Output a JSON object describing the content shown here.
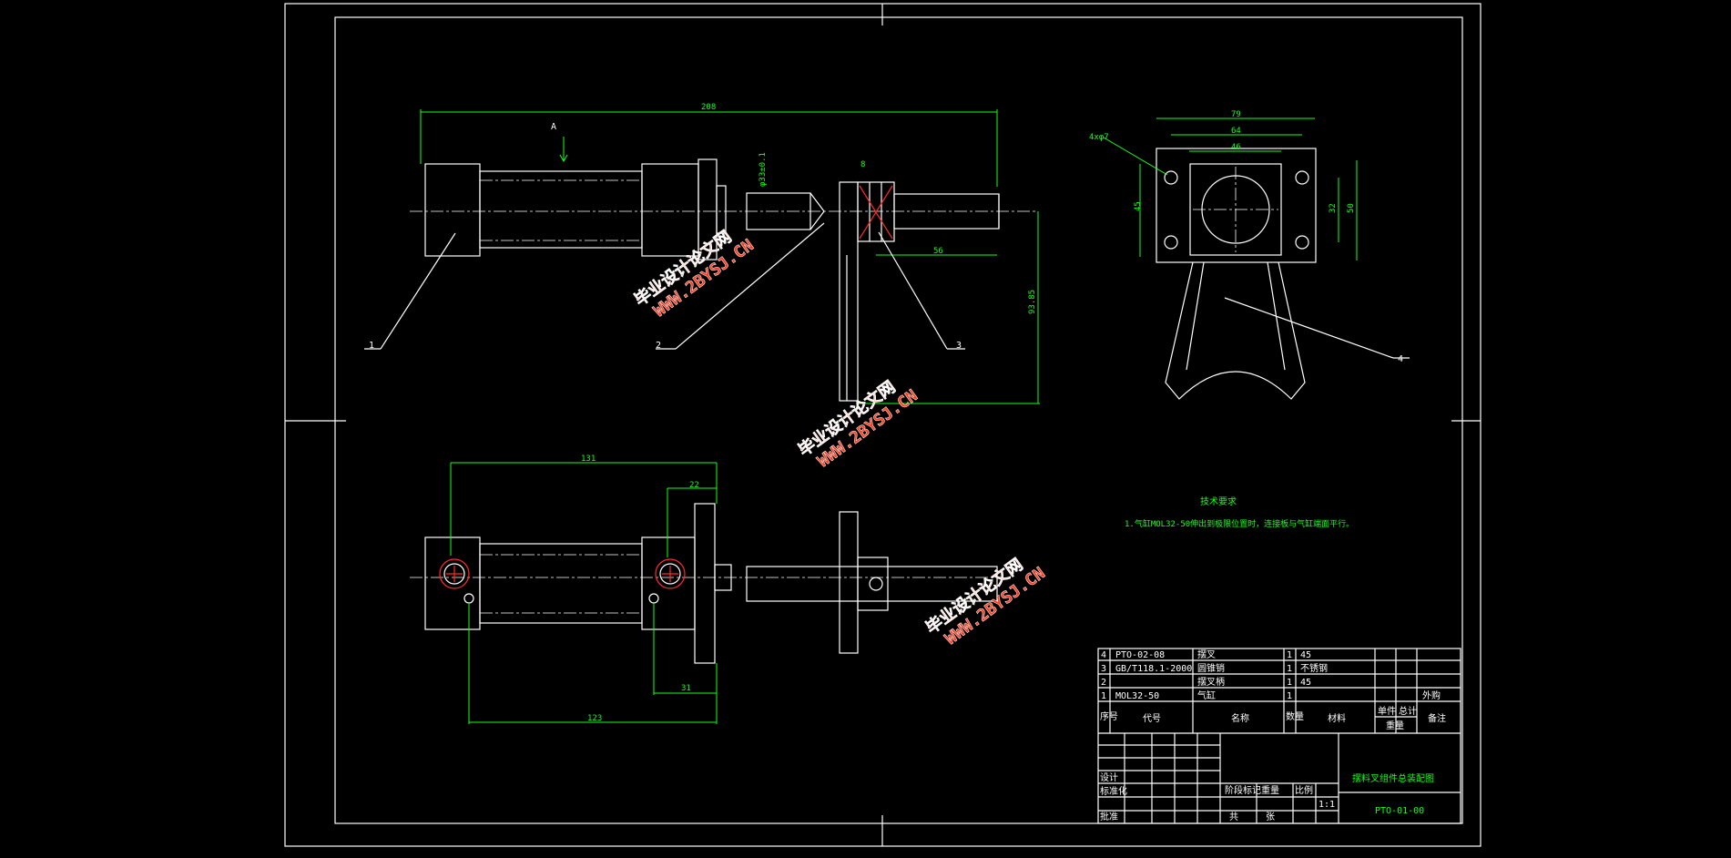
{
  "drawing": {
    "title": "摆料叉组件总装配图",
    "drawing_number": "PTO-01-00",
    "technical_requirements": {
      "heading": "技术要求",
      "text": "1.气缸MOL32-50伸出到极限位置时，连接板与气缸端面平行。"
    },
    "section_marker": "A",
    "scale": "1:1"
  },
  "dimensions": {
    "top_overall": "208",
    "rod_dia": "φ33±0.1",
    "top_b": "8",
    "top_56": "56",
    "top_height": "93.85",
    "front_79": "79",
    "front_64": "64",
    "front_46": "46",
    "front_hole": "4xφ7",
    "front_45": "45",
    "front_32": "32",
    "front_50": "50",
    "bottom_131": "131",
    "bottom_22": "22",
    "bottom_31": "31",
    "bottom_123": "123"
  },
  "balloons": [
    "1",
    "2",
    "3",
    "4"
  ],
  "watermark": {
    "cn": "毕业设计论文网",
    "url": "WWW.2BYSJ.CN"
  },
  "bom": {
    "rows": [
      {
        "no": "4",
        "code": "PTO-02-08",
        "name": "摆叉",
        "qty": "1",
        "material": "45",
        "remark": ""
      },
      {
        "no": "3",
        "code": "GB/T118.1-2000",
        "name": "圆锥销",
        "qty": "1",
        "material": "不锈钢",
        "remark": ""
      },
      {
        "no": "2",
        "code": "",
        "name": "摆叉柄",
        "qty": "1",
        "material": "45",
        "remark": ""
      },
      {
        "no": "1",
        "code": "MOL32-50",
        "name": "气缸",
        "qty": "1",
        "material": "",
        "remark": "外购"
      }
    ],
    "header": {
      "no": "序号",
      "code": "代号",
      "name": "名称",
      "qty": "数量",
      "material": "材料",
      "unit_weight": "单件",
      "total_weight": "总计",
      "weight": "重量",
      "remark": "备注"
    }
  },
  "title_block": {
    "labels": {
      "design": "设计",
      "standard": "标准化",
      "stage": "阶段标记",
      "weight": "重量",
      "scale": "比例",
      "sheet": "共",
      "page": "张",
      "approve": "批准"
    }
  }
}
